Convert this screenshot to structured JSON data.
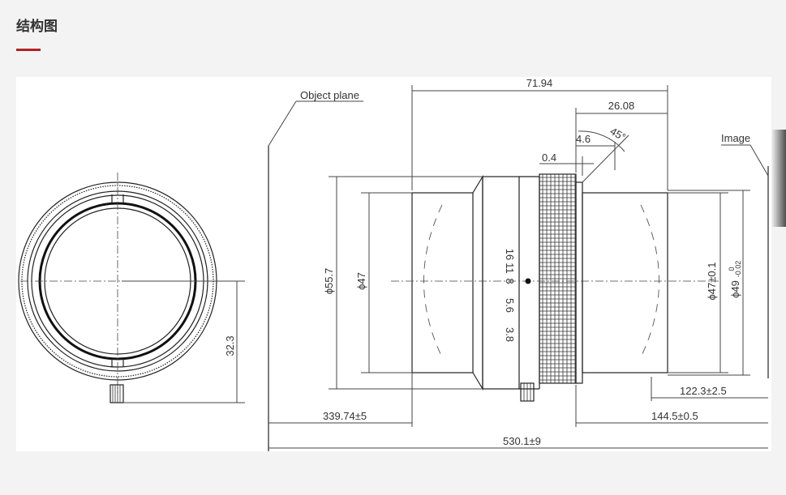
{
  "header": {
    "title": "结构图",
    "accent_color": "#b22222"
  },
  "drawing": {
    "labels": {
      "object_plane": "Object plane",
      "image": "Image",
      "angle": "45°"
    },
    "aperture_scale": [
      "16",
      "11",
      "8",
      "5.6",
      "3.8"
    ],
    "dimensions": {
      "overall_length": "71.94",
      "rear_length": "26.08",
      "offset_4_6": "4.6",
      "offset_0_4": "0.4",
      "dia_55_7": "ϕ55.7",
      "dia_47": "ϕ47",
      "dia_47_tol": "ϕ47±0.1",
      "dia_49": "ϕ49",
      "dia_49_tol_upper": "0",
      "dia_49_tol_lower": "-0.02",
      "height_32_3": "32.3",
      "dist_339": "339.74±5",
      "dist_122": "122.3±2.5",
      "dist_144": "144.5±0.5",
      "dist_530": "530.1±9"
    }
  }
}
